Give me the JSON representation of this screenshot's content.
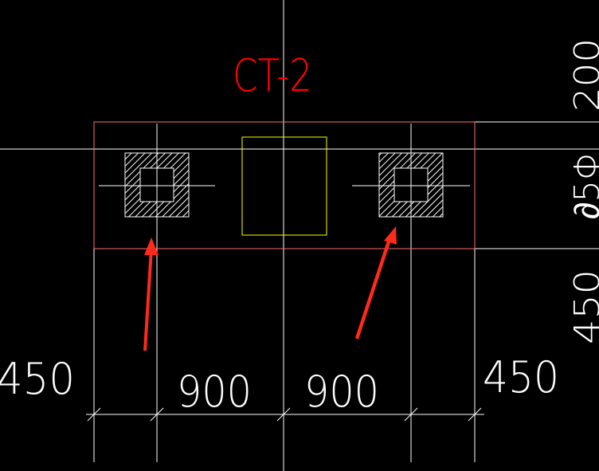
{
  "drawing": {
    "title": "CT-2",
    "dimensions": {
      "left": "450",
      "mid_left": "900",
      "mid_right": "900",
      "right": "450"
    },
    "right_edge_labels": {
      "top": "200",
      "middle": "∂5Φ",
      "bottom": "450"
    }
  },
  "colors": {
    "background": "#000000",
    "outline": "#ff6b6b",
    "title": "#ff0000",
    "column": "#ffff00",
    "line": "#ffffff",
    "arrow": "#ff2a1a"
  }
}
